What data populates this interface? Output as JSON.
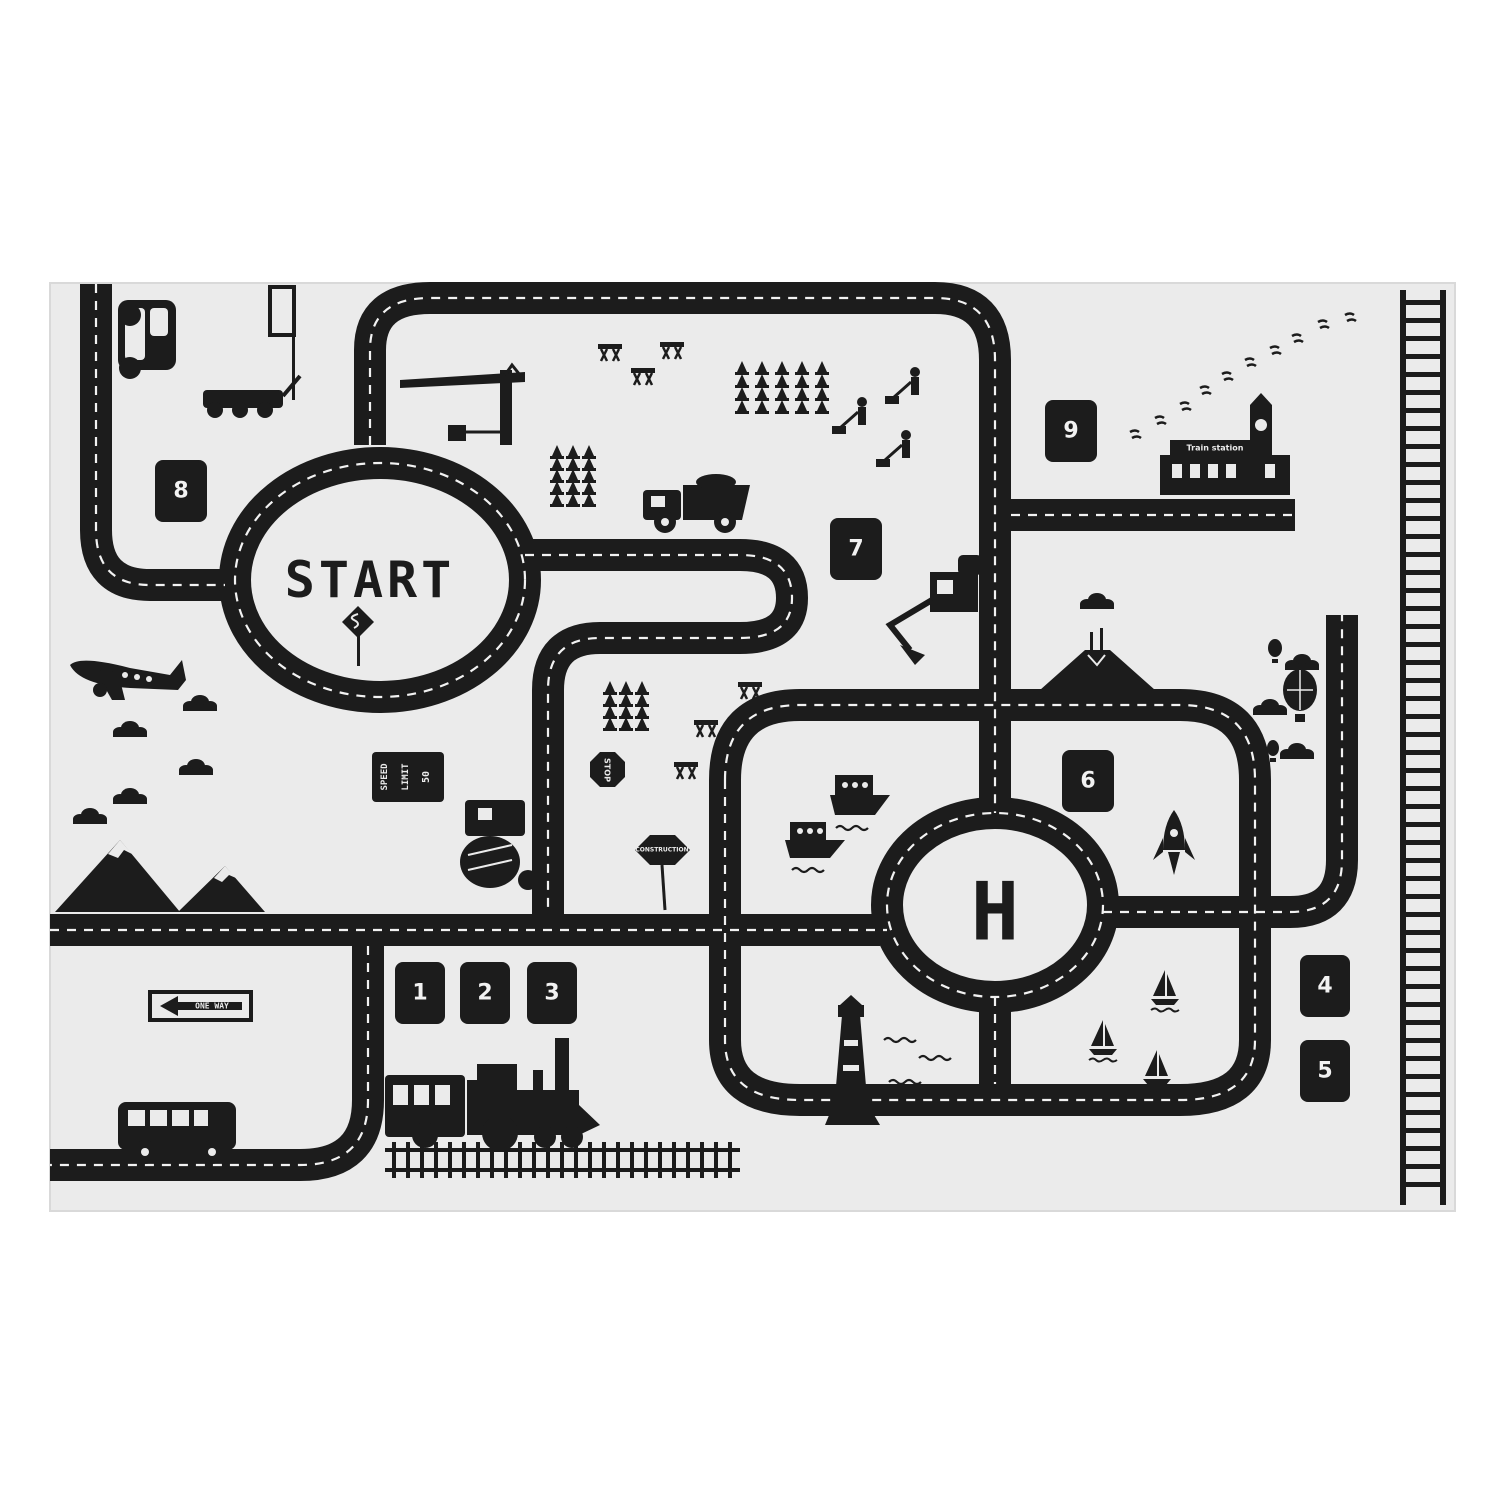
{
  "rug": {
    "background": "#ebebeb",
    "ink": "#1c1c1c",
    "start_label": "START",
    "helipad_label": "H",
    "tiles": [
      "1",
      "2",
      "3",
      "4",
      "5",
      "6",
      "7",
      "8",
      "9"
    ],
    "signs": {
      "one_way": "ONE WAY",
      "speed_limit_line1": "SPEED",
      "speed_limit_line2": "LIMIT",
      "speed_limit_value": "50",
      "stop": "STOP",
      "construction": "CONSTRUCTION",
      "train_station": "Train station"
    },
    "icons": [
      "car-icon",
      "bus-icon",
      "train-icon",
      "airplane-icon",
      "dump-truck-icon",
      "crane-icon",
      "excavator-icon",
      "cement-mixer-icon",
      "ship-icon",
      "sailboat-icon",
      "lighthouse-icon",
      "rocket-icon",
      "hot-air-balloon-icon",
      "volcano-icon",
      "mountain-icon",
      "cloud-icon",
      "traffic-cone-icon",
      "barrier-icon",
      "worker-icon",
      "clock-tower-icon",
      "footprint-icon"
    ]
  }
}
